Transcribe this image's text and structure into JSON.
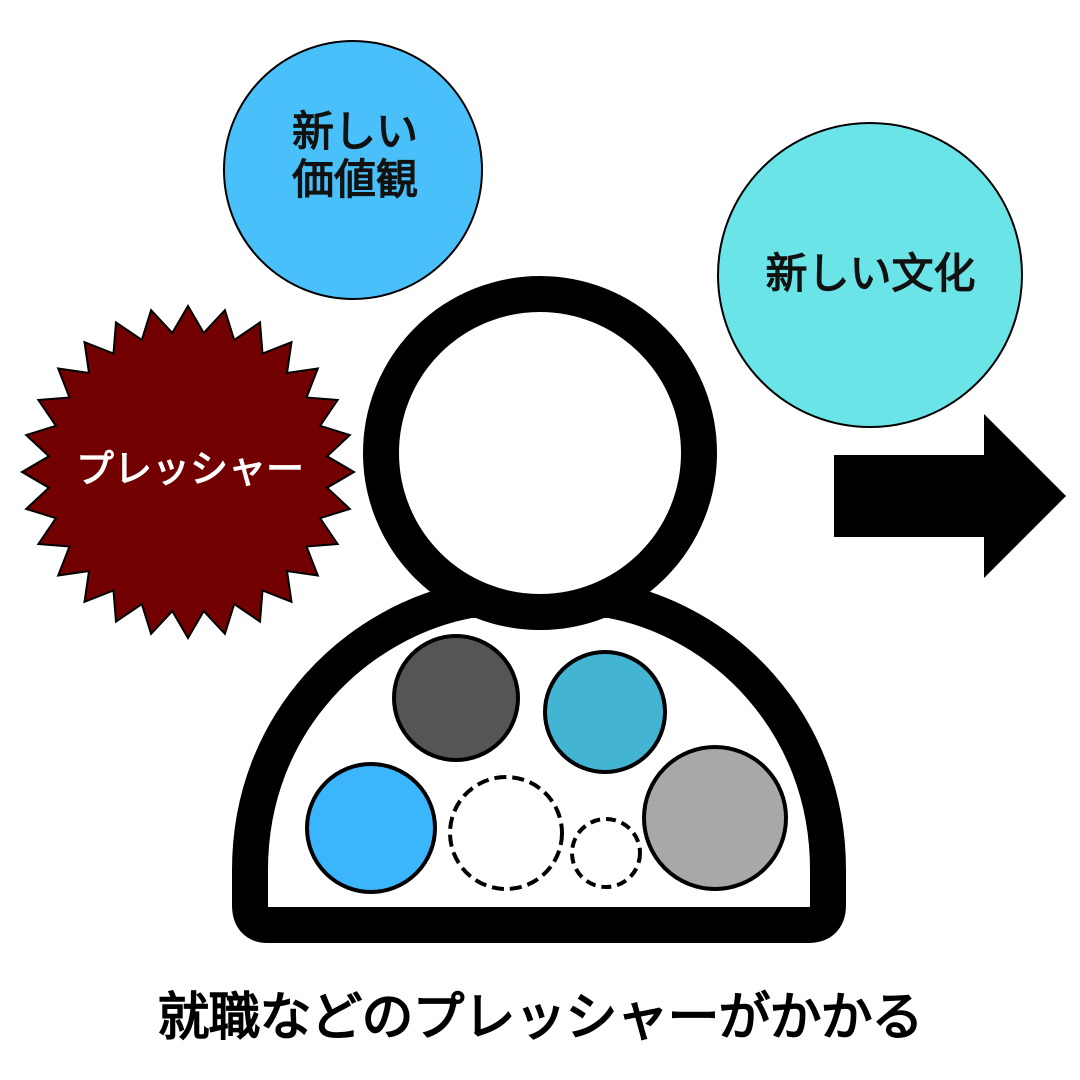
{
  "diagram": {
    "title_caption": "就職などのプレッシャーがかかる",
    "bubbles": [
      {
        "id": "new-values",
        "lines": [
          "新しい",
          "価値観"
        ],
        "text": "新しい\n価値観",
        "fill": "#4AC0FA"
      },
      {
        "id": "new-culture",
        "text": "新しい文化",
        "fill": "#6BE4E8"
      }
    ],
    "pressure_burst": {
      "text": "プレッシャー",
      "fill": "#730000",
      "text_color": "#FFFFFF"
    },
    "arrow": {
      "direction": "right",
      "fill": "#000000"
    },
    "person": {
      "outline_color": "#000000",
      "inner_circles": [
        {
          "fill": "#555555",
          "style": "solid"
        },
        {
          "fill": "#43B5D3",
          "style": "solid"
        },
        {
          "fill": "#3BB5FB",
          "style": "solid"
        },
        {
          "fill": "none",
          "style": "dashed"
        },
        {
          "fill": "none",
          "style": "dashed-small"
        },
        {
          "fill": "#A8A8A8",
          "style": "solid"
        }
      ]
    }
  }
}
